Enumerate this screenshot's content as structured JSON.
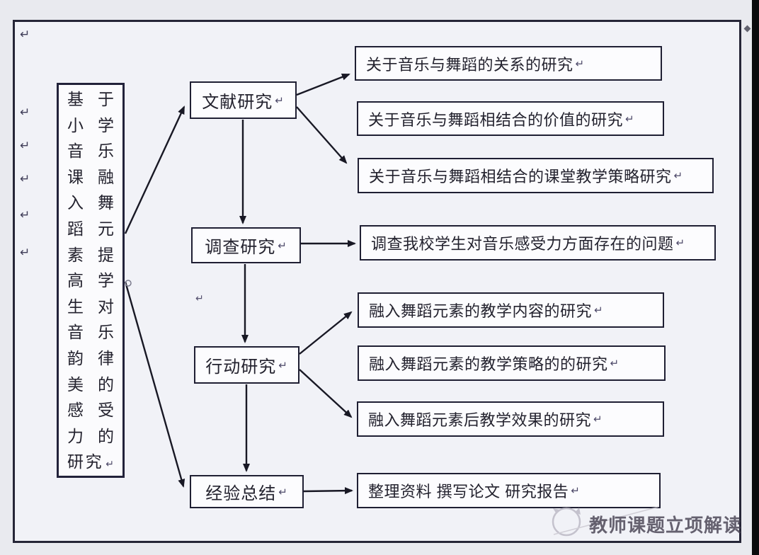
{
  "title": {
    "text": "基于小学音乐课融入舞蹈元素提高学生对音乐韵律美的感受力的研究"
  },
  "methods": [
    {
      "label": "文献研究"
    },
    {
      "label": "调查研究"
    },
    {
      "label": "行动研究"
    },
    {
      "label": "经验总结"
    }
  ],
  "topics": [
    {
      "label": "关于音乐与舞蹈的关系的研究"
    },
    {
      "label": "关于音乐与舞蹈相结合的价值的研究"
    },
    {
      "label": "关于音乐与舞蹈相结合的课堂教学策略研究"
    },
    {
      "label": "调查我校学生对音乐感受力方面存在的问题"
    },
    {
      "label": "融入舞蹈元素的教学内容的研究"
    },
    {
      "label": "融入舞蹈元素的教学策略的的研究"
    },
    {
      "label": "融入舞蹈元素后教学效果的研究"
    },
    {
      "label": "整理资料 撰写论文 研究报告"
    }
  ],
  "watermark": {
    "text": "教师课题立项解读"
  },
  "symbols": {
    "pilcrow": "↵"
  },
  "colors": {
    "line": "#181824",
    "box_border": "#1f1f33",
    "page_background": "#f1f2f7",
    "watermark": "#474252",
    "edge_strip": "#0b0b0d"
  }
}
